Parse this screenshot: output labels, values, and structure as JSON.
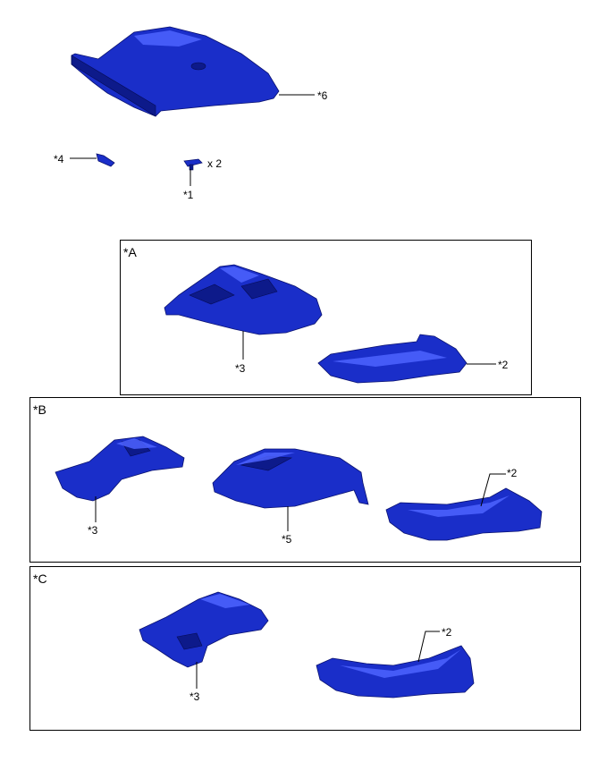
{
  "top": {
    "labels": {
      "p6": "*6",
      "p4": "*4",
      "p1": "*1",
      "qty": "x 2"
    }
  },
  "box_a": {
    "title": "*A",
    "labels": {
      "p3": "*3",
      "p2": "*2"
    }
  },
  "box_b": {
    "title": "*B",
    "labels": {
      "p3": "*3",
      "p5": "*5",
      "p2": "*2"
    }
  },
  "box_c": {
    "title": "*C",
    "labels": {
      "p3": "*3",
      "p2": "*2"
    }
  },
  "colors": {
    "part": "#1a2ec9",
    "part_dark": "#0d1a8a",
    "part_highlight": "#4d63ff"
  }
}
